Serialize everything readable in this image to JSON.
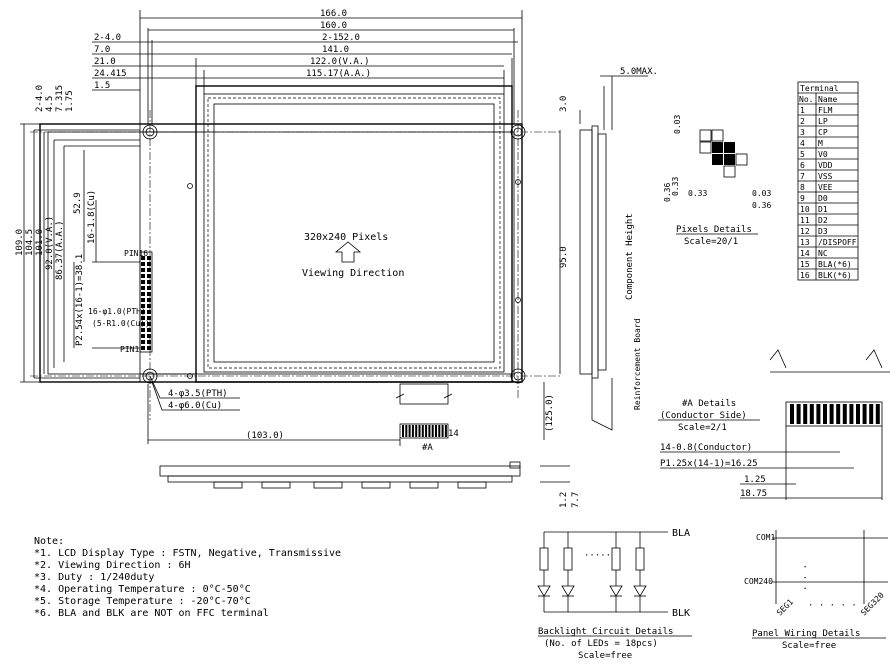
{
  "top_dims": [
    "166.0",
    "160.0",
    "2-4.0",
    "7.0",
    "2-152.0",
    "141.0",
    "21.0",
    "122.0(V.A.)",
    "24.415",
    "115.17(A.A.)",
    "1.5"
  ],
  "left_dims": [
    "109.0",
    "104.5",
    "101.0",
    "92.0(V.A.)",
    "86.37(A.A.)",
    "2-4.0",
    "4.5",
    "7.315",
    "1.75"
  ],
  "inner_dims": [
    "52.9",
    "16-1.8(Cu)",
    "P2.54x(16-1)=38.1",
    "16-φ1.0(PTH)",
    "(5-R1.0(Cu))",
    "PIN16",
    "PIN1"
  ],
  "holes": [
    "4-φ3.5(PTH)",
    "4-φ6.0(Cu)"
  ],
  "bottom_dims": [
    "(103.0)",
    "14",
    "#A",
    "(125.0)"
  ],
  "center": {
    "pixels": "320x240 Pixels",
    "direction": "Viewing Direction"
  },
  "side": {
    "max": "5.0MAX.",
    "three": "3.0",
    "comp": "Component Height",
    "ninety": "95.0",
    "frame": "Reinforcement Board"
  },
  "profile_dims": [
    "1.2",
    "7.7"
  ],
  "pixels_details": {
    "vals": [
      "0.03",
      "0.36",
      "0.33",
      "0.33",
      "0.03",
      "0.36"
    ],
    "title": "Pixels Details",
    "scale": "Scale=20/1"
  },
  "terminal": {
    "title": "Terminal",
    "headers": [
      "No.",
      "Name"
    ],
    "rows": [
      [
        "1",
        "FLM"
      ],
      [
        "2",
        "LP"
      ],
      [
        "3",
        "CP"
      ],
      [
        "4",
        "M"
      ],
      [
        "5",
        "V0"
      ],
      [
        "6",
        "VDD"
      ],
      [
        "7",
        "VSS"
      ],
      [
        "8",
        "VEE"
      ],
      [
        "9",
        "D0"
      ],
      [
        "10",
        "D1"
      ],
      [
        "11",
        "D2"
      ],
      [
        "12",
        "D3"
      ],
      [
        "13",
        "/DISPOFF"
      ],
      [
        "14",
        "NC"
      ],
      [
        "15",
        "BLA(*6)"
      ],
      [
        "16",
        "BLK(*6)"
      ]
    ]
  },
  "a_details": {
    "title": "#A Details",
    "sub": "(Conductor Side)",
    "scale": "Scale=2/1",
    "dims": [
      "14-0.8(Conductor)",
      "P1.25x(14-1)=16.25",
      "1.25",
      "18.75"
    ]
  },
  "notes": {
    "title": "Note:",
    "lines": [
      "*1. LCD Display Type : FSTN, Negative, Transmissive",
      "*2. Viewing Direction : 6H",
      "*3. Duty : 1/240duty",
      "*4. Operating Temperature : 0°C-50°C",
      "*5. Storage Temperature : -20°C-70°C",
      "*6. BLA and BLK are NOT on FFC terminal"
    ]
  },
  "backlight": {
    "bla": "BLA",
    "blk": "BLK",
    "title": "Backlight Circuit Details",
    "sub": "(No. of LEDs = 18pcs)",
    "scale": "Scale=free"
  },
  "panel": {
    "com1": "COM1",
    "com240": "COM240",
    "seg1": "SEG1",
    "seg320": "SEG320",
    "title": "Panel Wiring Details",
    "scale": "Scale=free"
  }
}
